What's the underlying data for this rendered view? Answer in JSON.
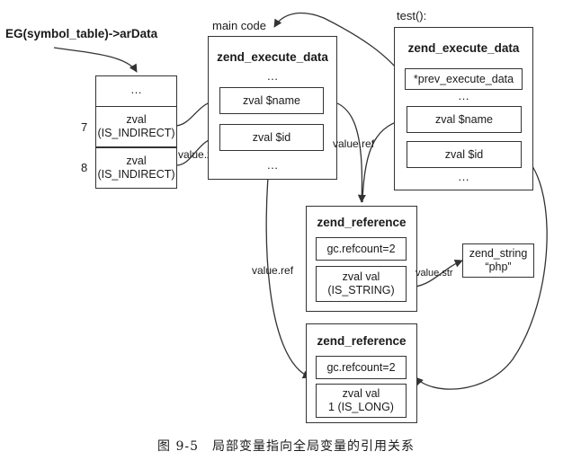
{
  "labels": {
    "eg": "EG(symbol_table)->arData",
    "main_code": "main code",
    "test": "test():",
    "value_zv": "value.zv",
    "value_ref_1": "value.ref",
    "value_ref_2": "value.ref",
    "value_str": "value.str"
  },
  "symbol_table": {
    "dots": "…",
    "slot7": {
      "index": "7",
      "line1": "zval",
      "line2": "(IS_INDIRECT)"
    },
    "slot8": {
      "index": "8",
      "line1": "zval",
      "line2": "(IS_INDIRECT)"
    }
  },
  "main_frame": {
    "title": "zend_execute_data",
    "dots_top": "…",
    "name": "zval $name",
    "id": "zval $id",
    "dots_bottom": "…"
  },
  "test_frame": {
    "title": "zend_execute_data",
    "prev": "*prev_execute_data",
    "dots_mid": "…",
    "name": "zval $name",
    "id": "zval $id",
    "dots_bottom": "…"
  },
  "ref1": {
    "title": "zend_reference",
    "refcount": "gc.refcount=2",
    "val_line1": "zval val",
    "val_line2": "(IS_STRING)"
  },
  "zstring": {
    "line1": "zend_string",
    "line2": "“php”"
  },
  "ref2": {
    "title": "zend_reference",
    "refcount": "gc.refcount=2",
    "val_line1": "zval val",
    "val_line2": "1 (IS_LONG)"
  },
  "caption": "图 9-5　局部变量指向全局变量的引用关系"
}
